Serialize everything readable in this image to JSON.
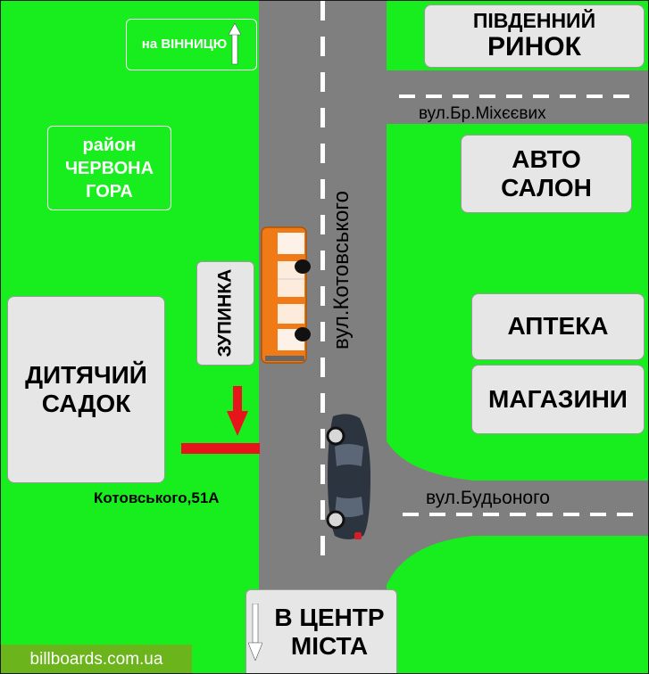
{
  "directions": {
    "north": "на ВІННИЦЮ",
    "south": [
      "В ЦЕНТР",
      "МІСТА"
    ]
  },
  "district": [
    "район",
    "ЧЕРВОНА",
    "ГОРА"
  ],
  "streets": {
    "main": "вул.Котовського",
    "upper_right": "вул.Бр.Міхєєвих",
    "lower_right": "вул.Будьоного"
  },
  "landmarks": {
    "market": [
      "ПІВДЕННИЙ",
      "РИНОК"
    ],
    "auto_salon": [
      "АВТО",
      "САЛОН"
    ],
    "pharmacy": "АПТЕКА",
    "shops": "МАГАЗИНИ",
    "kindergarten": [
      "ДИТЯЧИЙ",
      "САДОК"
    ]
  },
  "stop_label": "ЗУПИНКА",
  "address": "Котовського,51А",
  "watermark": "billboards.com.ua",
  "colors": {
    "grass": "#18ee1e",
    "road": "#7f7f7f",
    "marker": "#e8141c",
    "bus": "#f07a16",
    "car": "#2c3440",
    "watermark_bg": "#6bb41c"
  },
  "icons": [
    "arrow-up-icon",
    "arrow-down-icon",
    "bus-icon",
    "car-icon",
    "billboard-marker-icon"
  ]
}
